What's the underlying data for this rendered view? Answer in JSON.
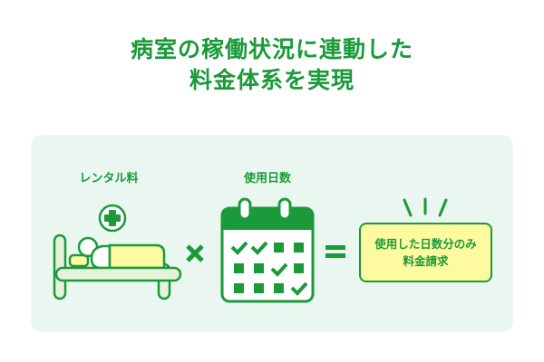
{
  "title": {
    "line1": "病室の稼働状況に連動した",
    "line2": "料金体系を実現"
  },
  "equation": {
    "term1": {
      "label": "レンタル料",
      "icon": "bed-patient-icon",
      "badge_icon": "medical-cross-icon"
    },
    "operator1": {
      "symbol": "×",
      "icon": "multiply-icon"
    },
    "term2": {
      "label": "使用日数",
      "icon": "calendar-check-icon"
    },
    "operator2": {
      "symbol": "=",
      "icon": "equals-icon"
    },
    "result": {
      "line1": "使用した日数分のみ",
      "line2": "料金請求",
      "icon": "emphasis-lines-icon"
    }
  },
  "colors": {
    "primary_green": "#1a9a3a",
    "panel_bg": "#eaf7f0",
    "highlight_yellow": "#fdfaa0",
    "bed_light": "#e6f2dc"
  }
}
